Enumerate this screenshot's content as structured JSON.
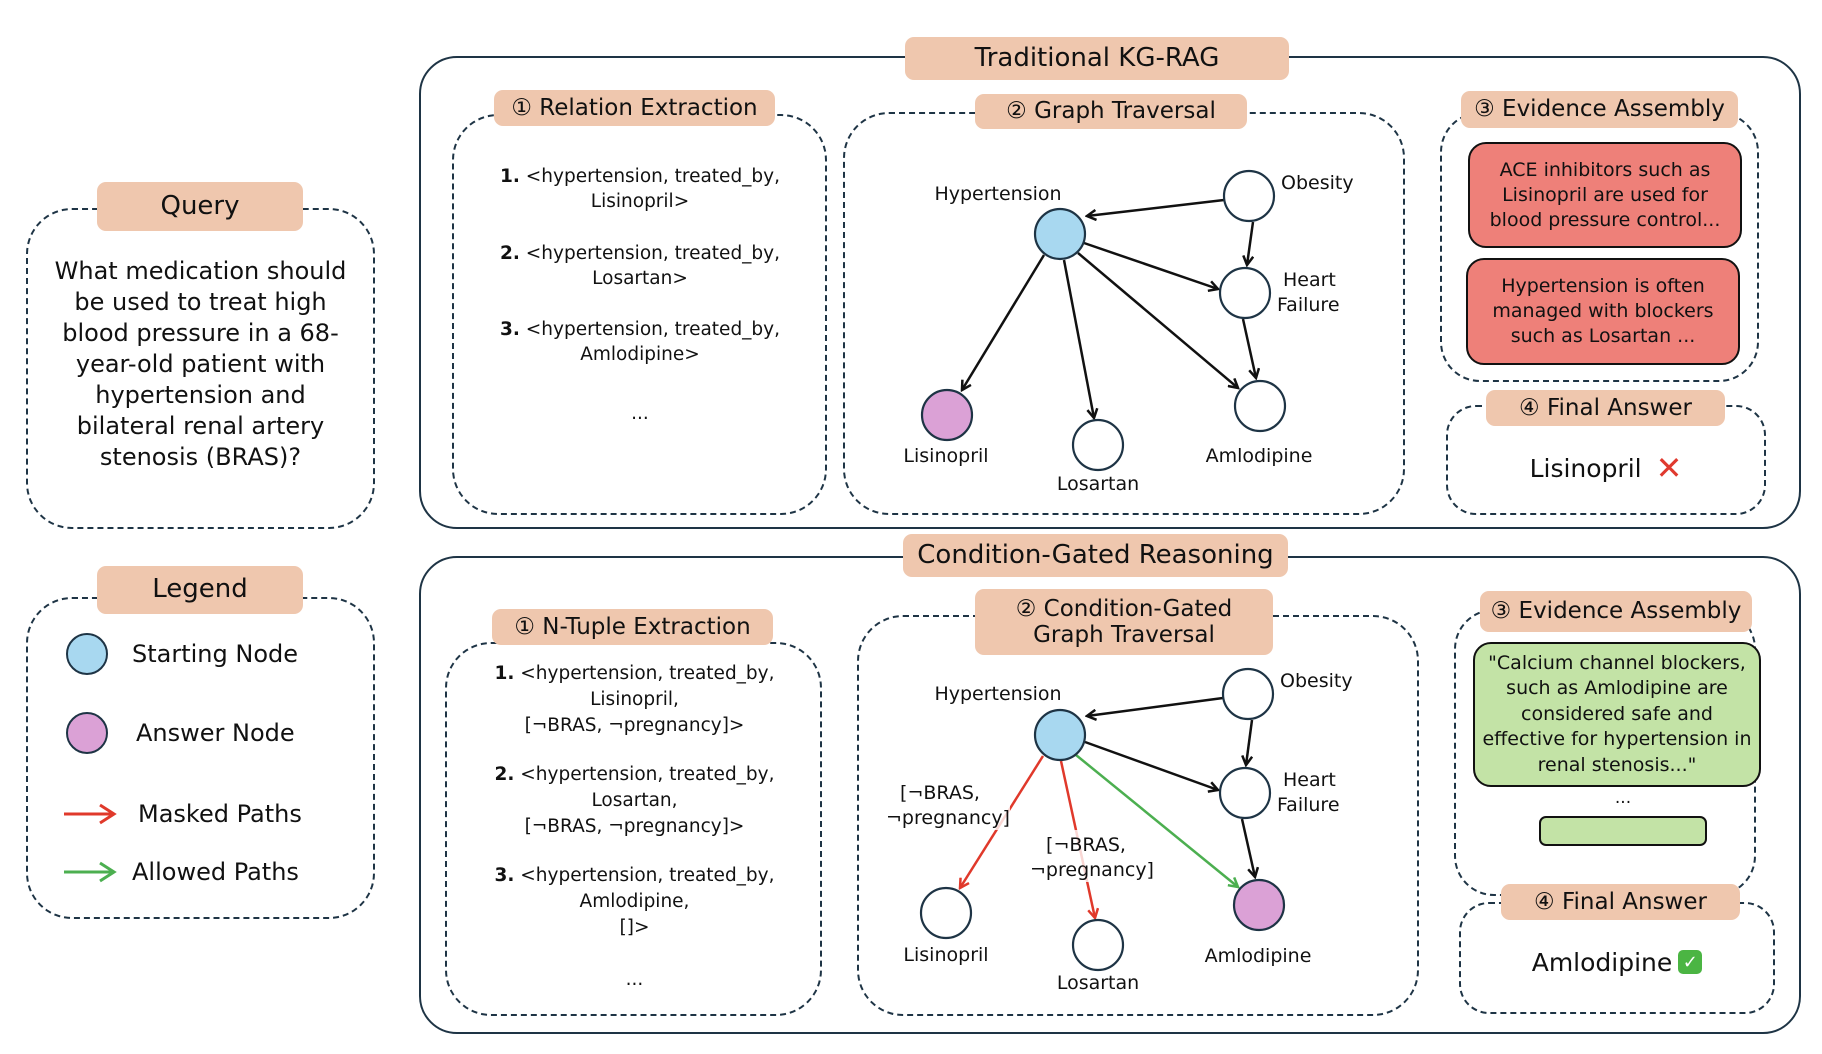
{
  "query": {
    "title": "Query",
    "text": "What medication should be used to treat high blood pressure in a 68-year-old patient with hypertension and bilateral renal artery stenosis (BRAS)?"
  },
  "legend": {
    "title": "Legend",
    "items": [
      {
        "label": "Starting Node",
        "kind": "node",
        "color": "#a8d8f0"
      },
      {
        "label": "Answer Node",
        "kind": "node",
        "color": "#dba1d6"
      },
      {
        "label": "Masked Paths",
        "kind": "arrow",
        "color": "#e0392b"
      },
      {
        "label": "Allowed Paths",
        "kind": "arrow",
        "color": "#4caf50"
      }
    ]
  },
  "colors": {
    "pill": "#efc7ae",
    "starting_node": "#a8d8f0",
    "answer_node": "#dba1d6",
    "masked": "#e0392b",
    "allowed": "#4caf50",
    "red_card": "#ee8079",
    "green_card": "#c3e3a6"
  },
  "traditional": {
    "title": "Traditional KG-RAG",
    "step1": {
      "title": "① Relation Extraction",
      "items": [
        {
          "num": "1.",
          "line1": "<hypertension, treated_by,",
          "line2": "Lisinopril>"
        },
        {
          "num": "2.",
          "line1": "<hypertension, treated_by,",
          "line2": "Losartan>"
        },
        {
          "num": "3.",
          "line1": "<hypertension, treated_by,",
          "line2": "Amlodipine>"
        }
      ],
      "ellipsis": "..."
    },
    "step2": {
      "title": "② Graph Traversal",
      "nodes": {
        "hypertension": "Hypertension",
        "obesity": "Obesity",
        "heart_failure_1": "Heart",
        "heart_failure_2": "Failure",
        "lisinopril": "Lisinopril",
        "losartan": "Losartan",
        "amlodipine": "Amlodipine"
      }
    },
    "step3": {
      "title": "③ Evidence Assembly",
      "cards": [
        "ACE inhibitors such as Lisinopril are used for blood pressure control...",
        "Hypertension is often managed with blockers such as Losartan ..."
      ]
    },
    "step4": {
      "title": "④ Final Answer",
      "answer": "Lisinopril",
      "mark": "✕"
    }
  },
  "gated": {
    "title": "Condition-Gated Reasoning",
    "step1": {
      "title": "① N-Tuple Extraction",
      "items": [
        {
          "num": "1.",
          "line1": "<hypertension, treated_by,",
          "line2": "Lisinopril,",
          "line3": "[¬BRAS, ¬pregnancy]>"
        },
        {
          "num": "2.",
          "line1": "<hypertension, treated_by,",
          "line2": "Losartan,",
          "line3": "[¬BRAS, ¬pregnancy]>"
        },
        {
          "num": "3.",
          "line1": "<hypertension, treated_by,",
          "line2": "Amlodipine,",
          "line3": "[]>"
        }
      ],
      "ellipsis": "..."
    },
    "step2": {
      "title_line1": "② Condition-Gated",
      "title_line2": "Graph Traversal",
      "nodes": {
        "hypertension": "Hypertension",
        "obesity": "Obesity",
        "heart_failure_1": "Heart",
        "heart_failure_2": "Failure",
        "lisinopril": "Lisinopril",
        "losartan": "Losartan",
        "amlodipine": "Amlodipine"
      },
      "conditions": {
        "lisinopril_1": "[¬BRAS,",
        "lisinopril_2": "¬pregnancy]",
        "losartan_1": "[¬BRAS,",
        "losartan_2": "¬pregnancy]"
      }
    },
    "step3": {
      "title": "③ Evidence Assembly",
      "cards": [
        "\"Calcium channel blockers, such as Amlodipine are considered safe and effective for hypertension in renal stenosis...\""
      ],
      "ellipsis": "..."
    },
    "step4": {
      "title": "④ Final Answer",
      "answer": "Amlodipine",
      "mark": "✓"
    }
  }
}
